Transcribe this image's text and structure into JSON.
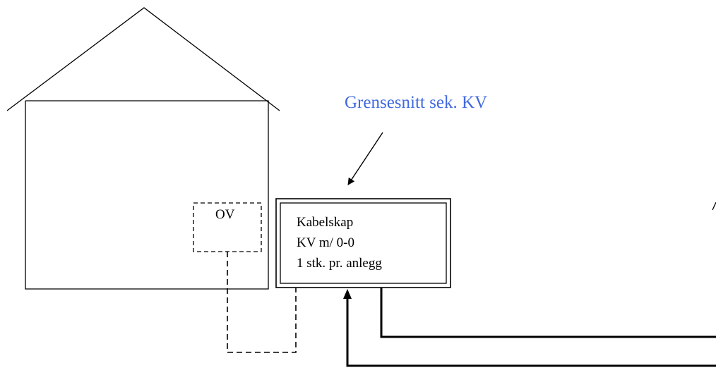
{
  "interface_label": "Grensesnitt sek. KV",
  "ov_label": "OV",
  "cabinet": {
    "lines": [
      "Kabelskap",
      "KV m/ 0-0",
      "1 stk. pr. anlegg"
    ]
  },
  "colors": {
    "interface_label": "#4169e1",
    "lines": "#000000"
  }
}
